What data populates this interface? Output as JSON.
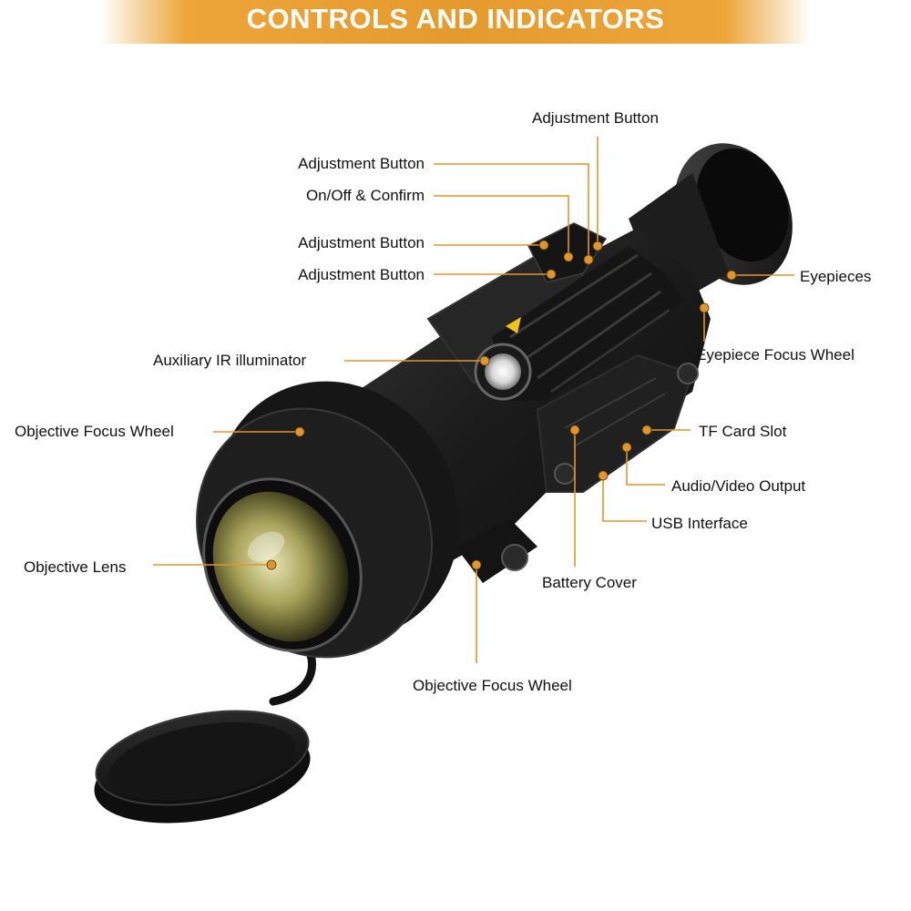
{
  "header": {
    "title": "CONTROLS AND INDICATORS"
  },
  "colors": {
    "accent": "#e0962c",
    "banner": "#e59a2d",
    "body": "#1c1c1c",
    "label": "#111111"
  },
  "labels": {
    "adjustment_top": "Adjustment Button",
    "adjustment_1": "Adjustment Button",
    "on_off_confirm": "On/Off & Confirm",
    "adjustment_2": "Adjustment Button",
    "adjustment_3": "Adjustment Button",
    "aux_ir": "Auxiliary IR illuminator",
    "objective_focus_wheel_left": "Objective Focus Wheel",
    "objective_lens": "Objective Lens",
    "eyepieces": "Eyepieces",
    "eyepiece_focus_wheel": "Eyepiece Focus Wheel",
    "tf_card_slot": "TF Card Slot",
    "audio_video_output": "Audio/Video Output",
    "usb_interface": "USB Interface",
    "battery_cover": "Battery Cover",
    "objective_focus_wheel_bottom": "Objective Focus Wheel"
  }
}
